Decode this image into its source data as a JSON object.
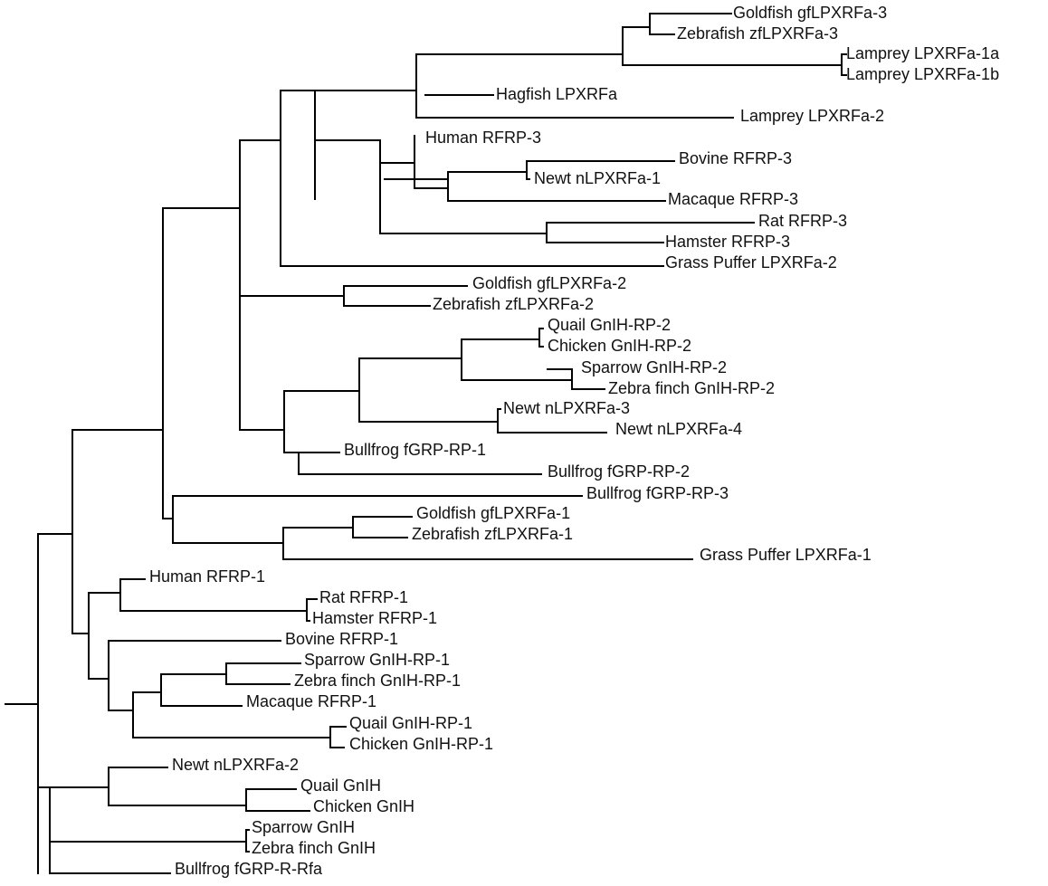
{
  "tree": {
    "line_color": "#000000",
    "text_color": "#111111",
    "leaves": [
      "Goldfish gfLPXRFa-3",
      "Zebrafish zfLPXRFa-3",
      "Lamprey LPXRFa-1a",
      "Lamprey LPXRFa-1b",
      "Hagfish LPXRFa",
      "Lamprey LPXRFa-2",
      "Human RFRP-3",
      "Bovine RFRP-3",
      "Newt nLPXRFa-1",
      "Macaque RFRP-3",
      "Rat RFRP-3",
      "Hamster RFRP-3",
      "Grass Puffer LPXRFa-2",
      "Goldfish gfLPXRFa-2",
      "Zebrafish zfLPXRFa-2",
      "Quail GnIH-RP-2",
      "Chicken GnIH-RP-2",
      "Sparrow GnIH-RP-2",
      "Zebra finch GnIH-RP-2",
      "Newt nLPXRFa-3",
      "Newt nLPXRFa-4",
      "Bullfrog fGRP-RP-1",
      "Bullfrog fGRP-RP-2",
      "Bullfrog fGRP-RP-3",
      "Goldfish gfLPXRFa-1",
      "Zebrafish zfLPXRFa-1",
      "Grass Puffer LPXRFa-1",
      "Human RFRP-1",
      "Rat RFRP-1",
      "Hamster RFRP-1",
      "Bovine RFRP-1",
      "Sparrow GnIH-RP-1",
      "Zebra finch GnIH-RP-1",
      "Macaque RFRP-1",
      "Quail GnIH-RP-1",
      "Chicken GnIH-RP-1",
      "Newt nLPXRFa-2",
      "Quail GnIH",
      "Chicken GnIH",
      "Sparrow GnIH",
      "Zebra finch GnIH",
      "Bullfrog fGRP-R-Rfa"
    ]
  }
}
